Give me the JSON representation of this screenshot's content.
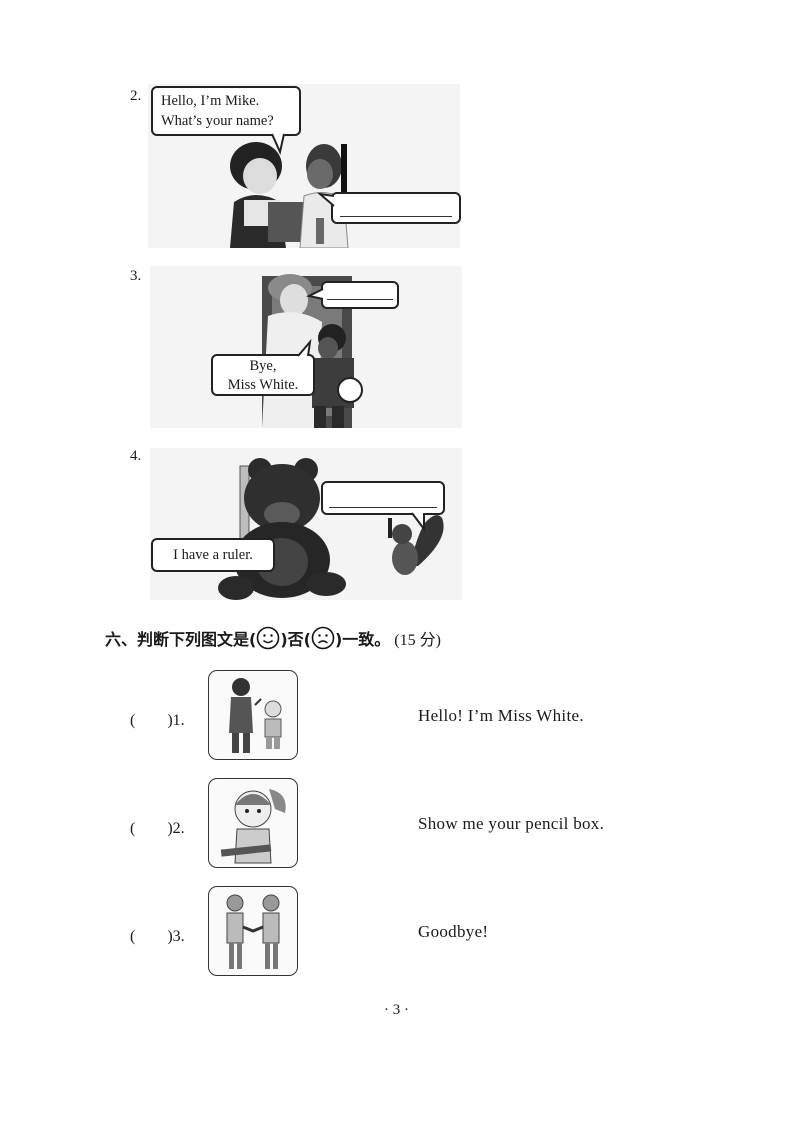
{
  "exercise5": {
    "items": [
      {
        "number": "2.",
        "bubble_lines": [
          "Hello, I’m Mike.",
          "What’s your name?"
        ]
      },
      {
        "number": "3.",
        "bubble_lines": [
          "Bye,",
          "Miss White."
        ]
      },
      {
        "number": "4.",
        "bubble_lines": [
          "I have a ruler."
        ]
      }
    ]
  },
  "exercise6": {
    "title_pre": "六、判断下列图文是(",
    "title_mid": ")否(",
    "title_post": ")一致。",
    "points": "(15 分)",
    "icons": {
      "yes": "smiley-face-icon",
      "no": "sad-face-icon"
    },
    "items": [
      {
        "paren": "(　　)1.",
        "sentence": "Hello! I’m Miss White."
      },
      {
        "paren": "(　　)2.",
        "sentence": "Show me your pencil box."
      },
      {
        "paren": "(　　)3.",
        "sentence": "Goodbye!"
      }
    ]
  },
  "page_number": "· 3 ·"
}
